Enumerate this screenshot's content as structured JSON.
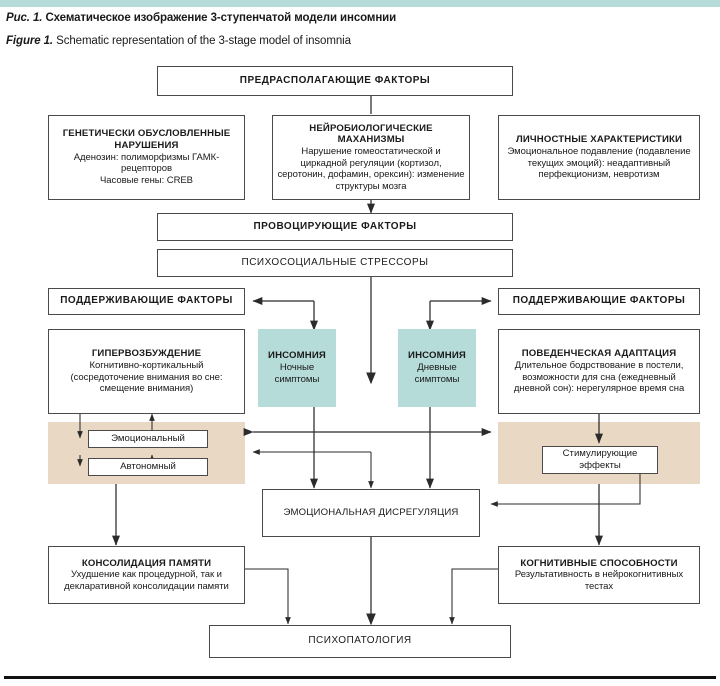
{
  "figure": {
    "caption_ru_lead": "Рис. 1.",
    "caption_ru_text": " Схематическое изображение 3-ступенчатой модели инсомнии",
    "caption_en_lead": "Figure 1.",
    "caption_en_text": " Schematic representation of the 3-stage model of insomnia"
  },
  "colors": {
    "teal": "#b5dcd9",
    "beige": "#e9d8c3",
    "border": "#4a4a4a",
    "rule": "#111111"
  },
  "nodes": {
    "predisposing": {
      "title": "ПРЕДРАСПОЛАГАЮЩИЕ ФАКТОРЫ"
    },
    "genetic": {
      "title": "ГЕНЕТИЧЕСКИ ОБУСЛОВЛЕННЫЕ НАРУШЕНИЯ",
      "body": "Аденозин: полиморфизмы ГАМК-рецепторов\nЧасовые гены: CREB"
    },
    "neurobiological": {
      "title": "НЕЙРОБИОЛОГИЧЕСКИЕ МАХАНИЗМЫ",
      "body": "Нарушение гомеостатической и циркадной регуляции (кортизол, серотонин, дофамин, орексин): изменение структуры мозга"
    },
    "personality": {
      "title": "ЛИЧНОСТНЫЕ ХАРАКТЕРИСТИКИ",
      "body": "Эмоциональное подавление (подавление текущих эмоций): неадаптивный перфекционизм, невротизм"
    },
    "provoking": {
      "title": "ПРОВОЦИРУЮЩИЕ ФАКТОРЫ"
    },
    "psychosocial": {
      "title": "ПСИХОСОЦИАЛЬНЫЕ СТРЕССОРЫ"
    },
    "supporting_left": {
      "title": "ПОДДЕРЖИВАЮЩИЕ ФАКТОРЫ"
    },
    "supporting_right": {
      "title": "ПОДДЕРЖИВАЮЩИЕ ФАКТОРЫ"
    },
    "hyperarousal": {
      "title": "ГИПЕРВОЗБУЖДЕНИЕ",
      "body": "Когнитивно-кортикальный (сосредоточение внимания во сне: смещение внимания)"
    },
    "insomnia_night": {
      "title": "ИНСОМНИЯ",
      "body": "Ночные симптомы"
    },
    "insomnia_day": {
      "title": "ИНСОМНИЯ",
      "body": "Дневные симптомы"
    },
    "behavioral": {
      "title": "ПОВЕДЕНЧЕСКАЯ АДАПТАЦИЯ",
      "body": "Длительное бодрствование в постели, возможности для сна (ежедневный дневной сон): нерегулярное время сна"
    },
    "emotional": {
      "title": "Эмоциональный"
    },
    "autonomic": {
      "title": "Автономный"
    },
    "stimulating": {
      "title": "Стимулирующие эффекты"
    },
    "dysregulation": {
      "title": "ЭМОЦИОНАЛЬНАЯ ДИСРЕГУЛЯЦИЯ"
    },
    "memory": {
      "title": "КОНСОЛИДАЦИЯ ПАМЯТИ",
      "body": "Ухудшение как процедурной, так и декларативной консолидации памяти"
    },
    "cognitive": {
      "title": "КОГНИТИВНЫЕ СПОСОБНОСТИ",
      "body": "Результативность в нейрокогнитивных тестах"
    },
    "psychopathology": {
      "title": "ПСИХОПАТОЛОГИЯ"
    }
  }
}
